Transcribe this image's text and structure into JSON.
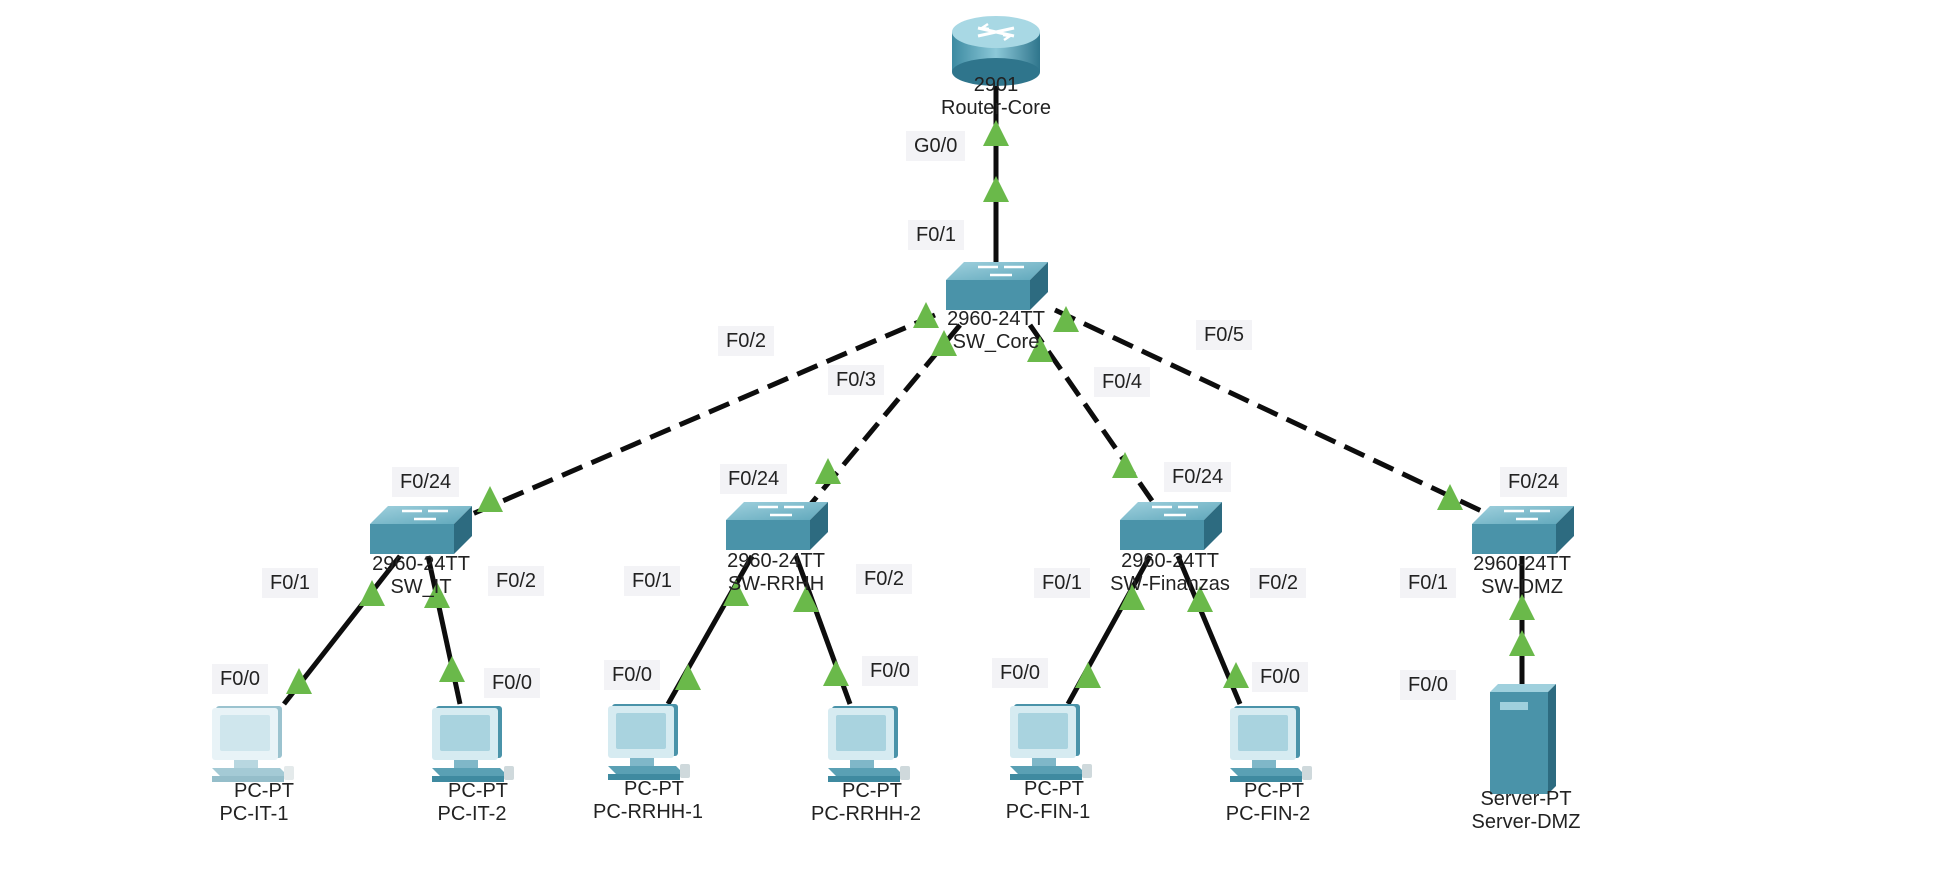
{
  "colors": {
    "link": "#0d0d0d",
    "status_up": "#6ab94a",
    "device": "#4a93a9",
    "device_dark": "#2d6b80"
  },
  "links": [
    {
      "from": "Router-Core",
      "to": "SW_Core",
      "style": "solid",
      "from_port": "G0/0",
      "to_port": "F0/1"
    },
    {
      "from": "SW_Core",
      "to": "SW_IT",
      "style": "dashed",
      "from_port": "F0/2",
      "to_port": "F0/24"
    },
    {
      "from": "SW_Core",
      "to": "SW-RRHH",
      "style": "dashed",
      "from_port": "F0/3",
      "to_port": "F0/24"
    },
    {
      "from": "SW_Core",
      "to": "SW-Finanzas",
      "style": "dashed",
      "from_port": "F0/4",
      "to_port": "F0/24"
    },
    {
      "from": "SW_Core",
      "to": "SW-DMZ",
      "style": "dashed",
      "from_port": "F0/5",
      "to_port": "F0/24"
    },
    {
      "from": "SW_IT",
      "to": "PC-IT-1",
      "style": "solid",
      "from_port": "F0/1",
      "to_port": "F0/0"
    },
    {
      "from": "SW_IT",
      "to": "PC-IT-2",
      "style": "solid",
      "from_port": "F0/2",
      "to_port": "F0/0"
    },
    {
      "from": "SW-RRHH",
      "to": "PC-RRHH-1",
      "style": "solid",
      "from_port": "F0/1",
      "to_port": "F0/0"
    },
    {
      "from": "SW-RRHH",
      "to": "PC-RRHH-2",
      "style": "solid",
      "from_port": "F0/2",
      "to_port": "F0/0"
    },
    {
      "from": "SW-Finanzas",
      "to": "PC-FIN-1",
      "style": "solid",
      "from_port": "F0/1",
      "to_port": "F0/0"
    },
    {
      "from": "SW-Finanzas",
      "to": "PC-FIN-2",
      "style": "solid",
      "from_port": "F0/2",
      "to_port": "F0/0"
    },
    {
      "from": "SW-DMZ",
      "to": "Server-DMZ",
      "style": "solid",
      "from_port": "F0/1",
      "to_port": "F0/0"
    }
  ],
  "devices": {
    "router_core": {
      "model": "2901",
      "name": "Router-Core",
      "icon": "router-icon"
    },
    "sw_core": {
      "model": "2960-24TT",
      "name": "SW_Core",
      "icon": "switch-icon"
    },
    "sw_it": {
      "model": "2960-24TT",
      "name": "SW_IT",
      "icon": "switch-icon"
    },
    "sw_rrhh": {
      "model": "2960-24TT",
      "name": "SW-RRHH",
      "icon": "switch-icon"
    },
    "sw_fin": {
      "model": "2960-24TT",
      "name": "SW-Finanzas",
      "icon": "switch-icon"
    },
    "sw_dmz": {
      "model": "2960-24TT",
      "name": "SW-DMZ",
      "icon": "switch-icon"
    },
    "pc_it1": {
      "model": "PC-PT",
      "name": "PC-IT-1",
      "icon": "pc-icon"
    },
    "pc_it2": {
      "model": "PC-PT",
      "name": "PC-IT-2",
      "icon": "pc-icon"
    },
    "pc_rrhh1": {
      "model": "PC-PT",
      "name": "PC-RRHH-1",
      "icon": "pc-icon"
    },
    "pc_rrhh2": {
      "model": "PC-PT",
      "name": "PC-RRHH-2",
      "icon": "pc-icon"
    },
    "pc_fin1": {
      "model": "PC-PT",
      "name": "PC-FIN-1",
      "icon": "pc-icon"
    },
    "pc_fin2": {
      "model": "PC-PT",
      "name": "PC-FIN-2",
      "icon": "pc-icon"
    },
    "server_dmz": {
      "model": "Server-PT",
      "name": "Server-DMZ",
      "icon": "server-icon"
    }
  },
  "ports": {
    "router_g00": "G0/0",
    "core_f01": "F0/1",
    "core_f02": "F0/2",
    "core_f03": "F0/3",
    "core_f04": "F0/4",
    "core_f05": "F0/5",
    "it_f024": "F0/24",
    "it_f01": "F0/1",
    "it_f02": "F0/2",
    "it1_f00": "F0/0",
    "it2_f00": "F0/0",
    "rrhh_f024": "F0/24",
    "rrhh_f01": "F0/1",
    "rrhh_f02": "F0/2",
    "rrhh1_f00": "F0/0",
    "rrhh2_f00": "F0/0",
    "fin_f024": "F0/24",
    "fin_f01": "F0/1",
    "fin_f02": "F0/2",
    "fin1_f00": "F0/0",
    "fin2_f00": "F0/0",
    "dmz_f024": "F0/24",
    "dmz_f01": "F0/1",
    "server_f00": "F0/0"
  }
}
